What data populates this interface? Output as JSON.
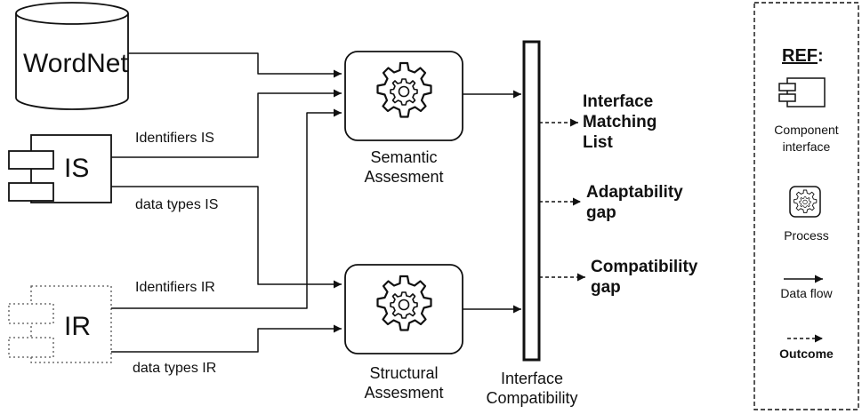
{
  "inputs": {
    "wordnet": "WordNet",
    "is": "IS",
    "ir": "IR"
  },
  "edges": {
    "identifiers_is": "Identifiers IS",
    "data_types_is": "data types IS",
    "identifiers_ir": "Identifiers IR",
    "data_types_ir": "data types IR"
  },
  "processes": {
    "semantic": [
      "Semantic",
      "Assesment"
    ],
    "structural": [
      "Structural",
      "Assesment"
    ]
  },
  "bar": {
    "label": [
      "Interface",
      "Compatibility"
    ]
  },
  "outcomes": [
    [
      "Interface",
      "Matching",
      "List"
    ],
    [
      "Adaptability",
      "gap"
    ],
    [
      "Compatibility",
      "gap"
    ]
  ],
  "legend": {
    "title": "REF",
    "title_suffix": ":",
    "component": [
      "Component",
      "interface"
    ],
    "process": "Process",
    "data_flow": "Data flow",
    "outcome": "Outcome"
  },
  "colors": {
    "stroke": "#111111",
    "background": "#ffffff"
  },
  "icons": [
    "database-icon",
    "component-icon",
    "gear-icon",
    "arrow-icon",
    "dashed-arrow-icon"
  ]
}
